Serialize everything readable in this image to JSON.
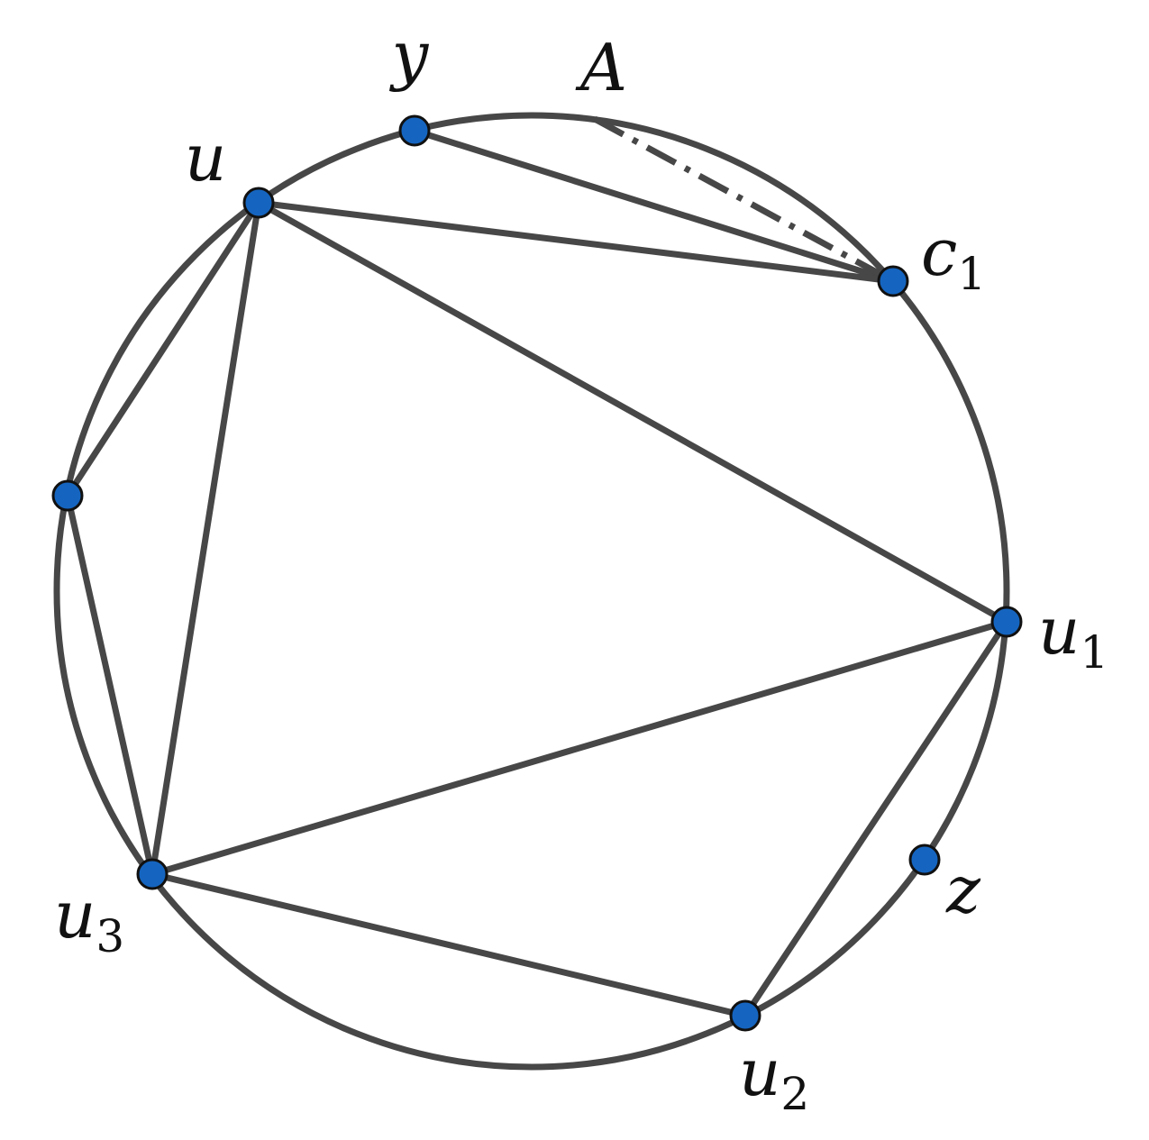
{
  "diagram": {
    "stroke_color": "#474747",
    "vertex_color": "#1565c0",
    "region_label": "A",
    "vertices": [
      {
        "id": "y",
        "label": "y",
        "sub": ""
      },
      {
        "id": "u",
        "label": "u",
        "sub": ""
      },
      {
        "id": "c1",
        "label": "c",
        "sub": "1"
      },
      {
        "id": "v",
        "label": "",
        "sub": ""
      },
      {
        "id": "u1",
        "label": "u",
        "sub": "1"
      },
      {
        "id": "z",
        "label": "z",
        "sub": ""
      },
      {
        "id": "u3",
        "label": "u",
        "sub": "3"
      },
      {
        "id": "u2",
        "label": "u",
        "sub": "2"
      }
    ],
    "edges": [
      [
        "y",
        "c1"
      ],
      [
        "u",
        "c1"
      ],
      [
        "u",
        "u1"
      ],
      [
        "u",
        "u3"
      ],
      [
        "u",
        "v"
      ],
      [
        "v",
        "u3"
      ],
      [
        "u3",
        "u1"
      ],
      [
        "u3",
        "u2"
      ],
      [
        "u1",
        "u2"
      ]
    ],
    "dashed_edges": [
      [
        "A",
        "c1"
      ]
    ]
  }
}
